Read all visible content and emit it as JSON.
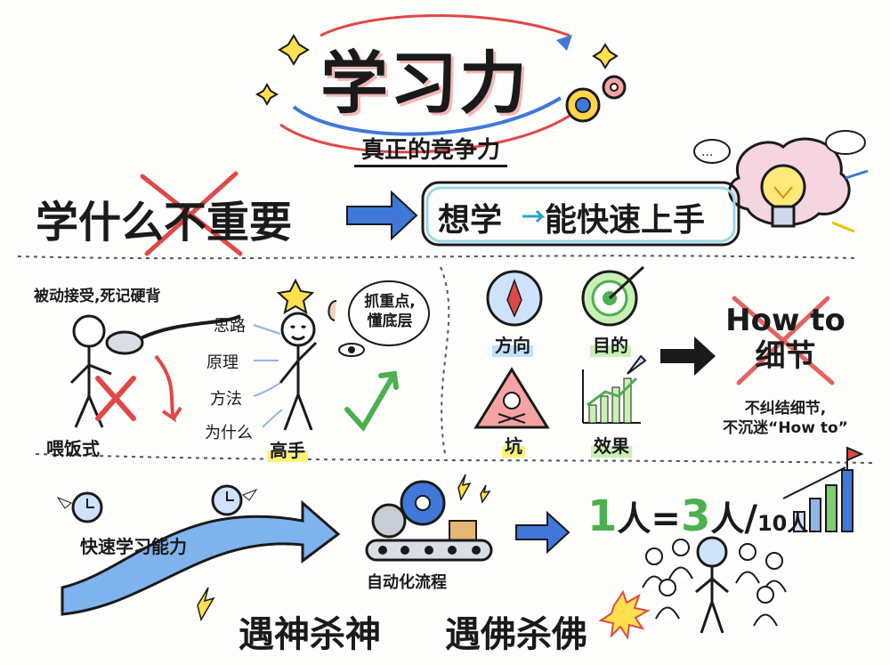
{
  "title": "学习力",
  "subtitle": "真正的竞争力",
  "row1": {
    "left": "学什么不重要",
    "right_a": "想学",
    "right_b": "能快速上手"
  },
  "left_panel": {
    "passive": "被动接受,死记硬背",
    "feeding": "喂饭式",
    "items": [
      "思路",
      "原理",
      "方法",
      "为什么"
    ],
    "expert": "高手",
    "bubble_line1": "抓重点,",
    "bubble_line2": "懂底层"
  },
  "right_panel": {
    "direction": "方向",
    "goal": "目的",
    "pitfall": "坑",
    "effect": "效果",
    "howto_line1": "How to",
    "howto_line2": "细节",
    "note_line1": "不纠结细节,",
    "note_line2": "不沉迷“How to”"
  },
  "bottom": {
    "fast_learning": "快速学习能力",
    "automation": "自动化流程",
    "eq_1": "1",
    "eq_person1": "人",
    "eq_eq": "=",
    "eq_3": "3",
    "eq_person2": "人",
    "eq_slash": "/",
    "eq_10": "10人",
    "slogan_a": "遇神杀神",
    "slogan_b": "遇佛杀佛"
  },
  "colors": {
    "blue": "#3f78d8",
    "red": "#e04848",
    "green": "#4caf50",
    "yellow": "#ffe14d",
    "ink": "#1a1a1a"
  }
}
